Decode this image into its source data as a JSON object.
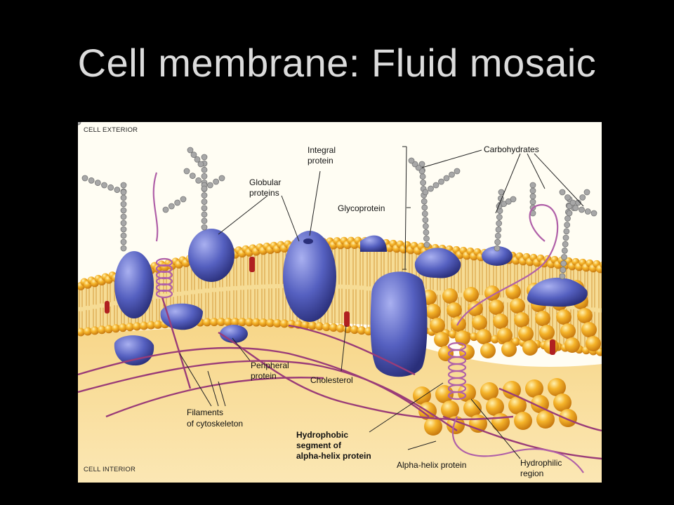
{
  "slide": {
    "title": "Cell membrane: Fluid mosaic"
  },
  "figure": {
    "region_top": "CELL EXTERIOR",
    "region_bottom": "CELL INTERIOR",
    "labels": {
      "integral_1": "Integral",
      "integral_2": "protein",
      "globular_1": "Globular",
      "globular_2": "proteins",
      "glycoprotein": "Glycoprotein",
      "carbohydrates": "Carbohydrates",
      "peripheral_1": "Peripheral",
      "peripheral_2": "protein",
      "cholesterol": "Cholesterol",
      "filaments_1": "Filaments",
      "filaments_2": "of cytoskeleton",
      "hydrophobic_1": "Hydrophobic",
      "hydrophobic_2": "segment of",
      "hydrophobic_3": "alpha-helix protein",
      "alpha_helix": "Alpha-helix protein",
      "hydrophilic_1": "Hydrophilic",
      "hydrophilic_2": "region"
    },
    "colors": {
      "phospholipid_head": "#f0a820",
      "membrane_fill": "#f7d585",
      "protein": "#4e58b8",
      "carbohydrate": "#a0a0a0",
      "filament": "#9a3c78",
      "cholesterol": "#b02020",
      "background": "#fffdf3"
    }
  }
}
